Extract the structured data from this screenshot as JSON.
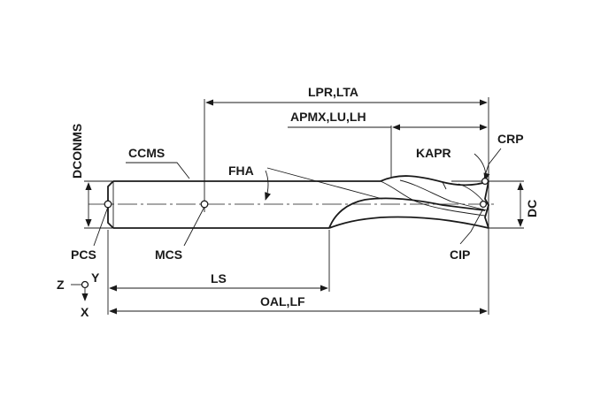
{
  "labels": {
    "lpr_lta": "LPR,LTA",
    "apmx_lu_lh": "APMX,LU,LH",
    "dconms": "DCONMS",
    "ccms": "CCMS",
    "fha": "FHA",
    "kapr": "KAPR",
    "crp": "CRP",
    "dc": "DC",
    "pcs": "PCS",
    "mcs": "MCS",
    "cip": "CIP",
    "ls": "LS",
    "oal_lf": "OAL,LF",
    "axis_z": "Z",
    "axis_y": "Y",
    "axis_x": "X"
  },
  "colors": {
    "line": "#1a1a1a",
    "background": "#ffffff"
  }
}
